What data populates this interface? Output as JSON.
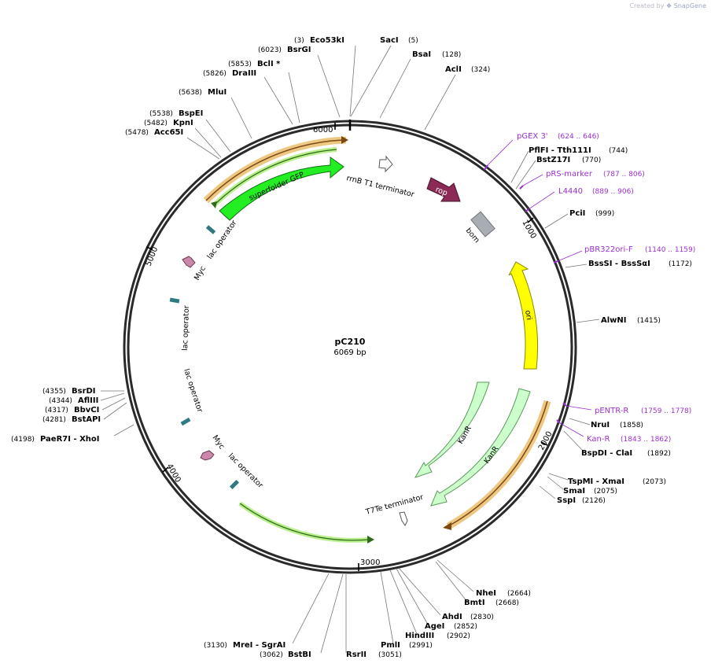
{
  "header": {
    "created_by": "Created by",
    "brand": "SnapGene"
  },
  "plasmid": {
    "name": "pC210",
    "length": "6069 bp"
  },
  "ticks": [
    "1000",
    "2000",
    "3000",
    "4000",
    "5000",
    "6000"
  ],
  "colors": {
    "backbone": "#2a2a2a",
    "enzyme": "#000000",
    "primer": "#9b30d0",
    "gfp": "#22ee22",
    "ori": "#ffff00",
    "kanr": "#ccffcc",
    "rop": "#8b2a55",
    "bom": "#a8adb3",
    "lac_operator": "#2e7a80",
    "myc": "#cc88aa",
    "orf": "#e8b65a"
  },
  "enzymes": [
    {
      "pos": "(3)",
      "name": "Eco53kI"
    },
    {
      "pos": "(5)",
      "name": "SacI"
    },
    {
      "pos": "(6023)",
      "name": "BsrGI"
    },
    {
      "pos": "(128)",
      "name": "BsaI"
    },
    {
      "pos": "(5853)",
      "name": "BclI *"
    },
    {
      "pos": "(5826)",
      "name": "DraIII"
    },
    {
      "pos": "(324)",
      "name": "AclI"
    },
    {
      "pos": "(5638)",
      "name": "MluI"
    },
    {
      "pos": "(5538)",
      "name": "BspEI"
    },
    {
      "pos": "(5482)",
      "name": "KpnI"
    },
    {
      "pos": "(5478)",
      "name": "Acc65I"
    },
    {
      "pos": "(744)",
      "name": "PflFI - Tth111I"
    },
    {
      "pos": "(770)",
      "name": "BstZ17I"
    },
    {
      "pos": "(999)",
      "name": "PciI"
    },
    {
      "pos": "(1172)",
      "name": "BssSI - BssSαI"
    },
    {
      "pos": "(1415)",
      "name": "AlwNI"
    },
    {
      "pos": "(1858)",
      "name": "NruI"
    },
    {
      "pos": "(1892)",
      "name": "BspDI - ClaI"
    },
    {
      "pos": "(2073)",
      "name": "TspMI - XmaI"
    },
    {
      "pos": "(2075)",
      "name": "SmaI"
    },
    {
      "pos": "(2126)",
      "name": "SspI"
    },
    {
      "pos": "(2664)",
      "name": "NheI"
    },
    {
      "pos": "(2668)",
      "name": "BmtI"
    },
    {
      "pos": "(2830)",
      "name": "AhdI"
    },
    {
      "pos": "(2852)",
      "name": "AgeI"
    },
    {
      "pos": "(2902)",
      "name": "HindIII"
    },
    {
      "pos": "(2991)",
      "name": "PmlI"
    },
    {
      "pos": "(3051)",
      "name": "RsrII"
    },
    {
      "pos": "(3062)",
      "name": "BstBI"
    },
    {
      "pos": "(3130)",
      "name": "MreI - SgrAI"
    },
    {
      "pos": "(4355)",
      "name": "BsrDI"
    },
    {
      "pos": "(4344)",
      "name": "AflIII"
    },
    {
      "pos": "(4317)",
      "name": "BbvCI"
    },
    {
      "pos": "(4281)",
      "name": "BstAPI"
    },
    {
      "pos": "(4198)",
      "name": "PaeR7I - XhoI"
    }
  ],
  "primers": [
    {
      "name": "pGEX 3'",
      "range": "(624 .. 646)"
    },
    {
      "name": "pRS-marker",
      "range": "(787 .. 806)"
    },
    {
      "name": "L4440",
      "range": "(889 .. 906)"
    },
    {
      "name": "pBR322ori-F",
      "range": "(1140 .. 1159)"
    },
    {
      "name": "pENTR-R",
      "range": "(1759 .. 1778)"
    },
    {
      "name": "Kan-R",
      "range": "(1843 .. 1862)"
    }
  ],
  "features": {
    "superfolder_gfp": "superfolder GFP",
    "rrnb": "rrnB T1 terminator",
    "rop": "rop",
    "bom": "bom",
    "ori": "ori",
    "kanr_inner": "KanR",
    "kanr_outer": "KanR",
    "t7te": "T7Te terminator",
    "lac_op_1": "lac operator",
    "lac_op_2": "lac operator",
    "lac_op_3": "lac operator",
    "lac_op_4": "lac operator",
    "myc_1": "Myc",
    "myc_2": "Myc"
  }
}
